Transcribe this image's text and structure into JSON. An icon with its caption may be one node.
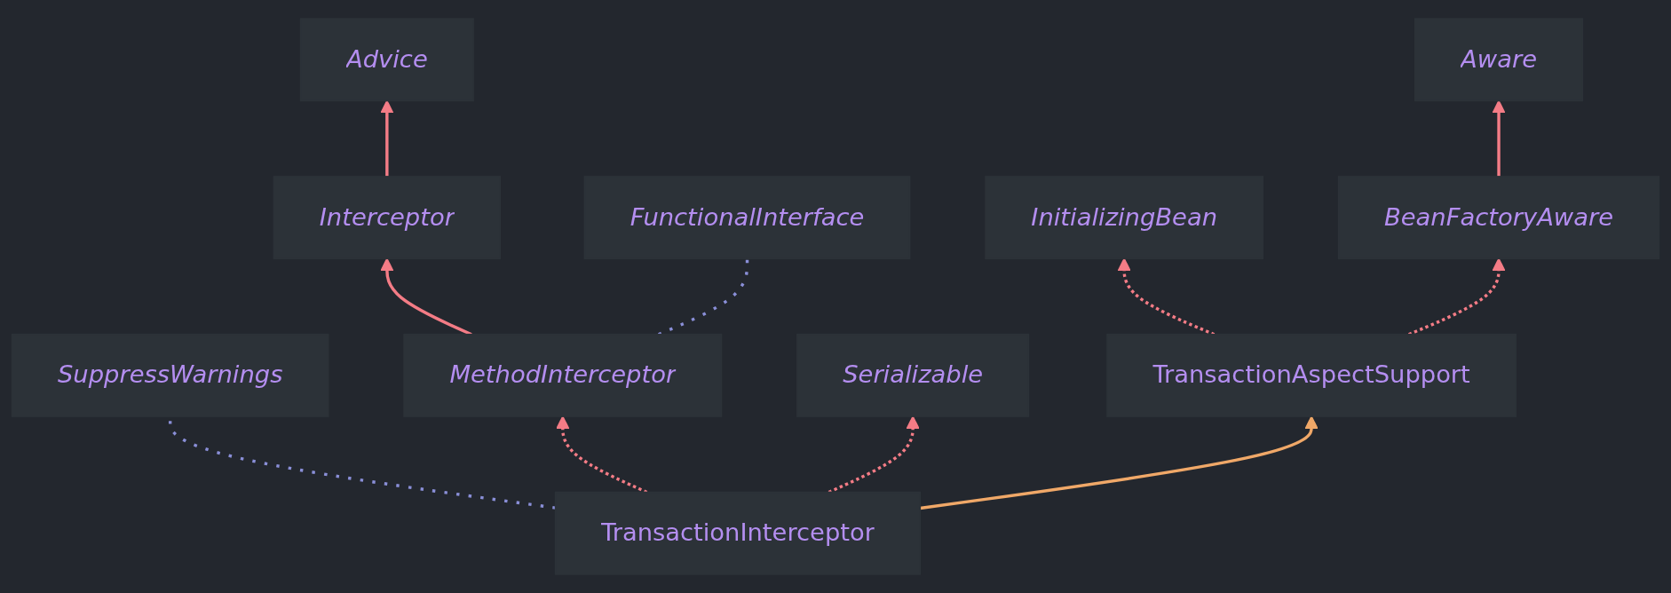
{
  "diagram": {
    "nodes": [
      {
        "text": [
          "Advice"
        ]
      },
      {
        "text": [
          "Aware"
        ]
      },
      {
        "text": [
          "Interceptor"
        ]
      },
      {
        "text": [
          "FunctionalInterface"
        ]
      },
      {
        "text": [
          "InitializingBean"
        ]
      },
      {
        "text": [
          "BeanFactoryAware"
        ]
      },
      {
        "text": [
          "SuppressWarnings"
        ]
      },
      {
        "text": [
          "MethodInterceptor"
        ]
      },
      {
        "text": [
          "Serializable"
        ]
      },
      {
        "text": [
          "TransactionAspectSupport"
        ]
      },
      {
        "text": [
          "TransactionInterceptor"
        ]
      }
    ],
    "edges": [
      {
        "from": 2,
        "to": 0,
        "arrow": "to"
      },
      {
        "from": 5,
        "to": 1,
        "arrow": "to"
      },
      {
        "from": 7,
        "to": 2,
        "arrow": "to"
      },
      {
        "from": 7,
        "to": 3,
        "arrow": "none",
        "style": "dashed",
        "color": "#8a8fd8"
      },
      {
        "from": 9,
        "to": 4,
        "arrow": "to",
        "style": "dashed"
      },
      {
        "from": 9,
        "to": 5,
        "arrow": "to",
        "style": "dashed"
      },
      {
        "from": 10,
        "to": 7,
        "arrow": "to",
        "style": "dashed"
      },
      {
        "from": 10,
        "to": 8,
        "arrow": "to",
        "style": "dashed"
      },
      {
        "from": 10,
        "to": 9,
        "arrow": "to",
        "color": "#f0a868"
      },
      {
        "from": 10,
        "to": 6,
        "arrow": "none",
        "style": "dashed",
        "color": "#8a8fd8"
      }
    ]
  }
}
